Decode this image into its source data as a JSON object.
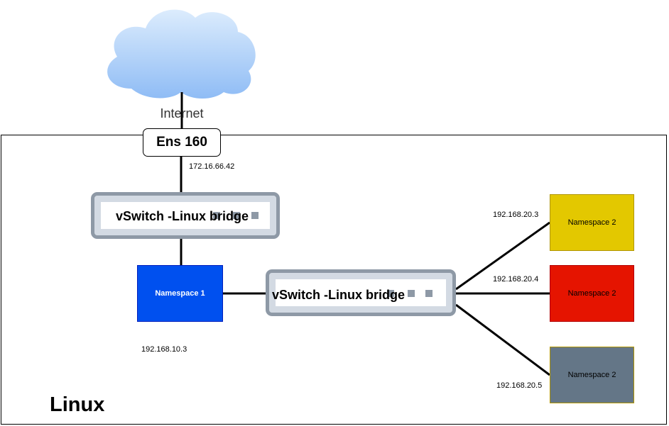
{
  "internet": {
    "label": "Internet"
  },
  "ens": {
    "label": "Ens 160",
    "ip": "172.16.66.42"
  },
  "switch_top": {
    "label": "vSwitch -Linux bridge"
  },
  "switch_mid": {
    "label": "vSwitch -Linux bridge"
  },
  "namespace1": {
    "label": "Namespace 1",
    "ip": "192.168.10.3"
  },
  "namespaces": [
    {
      "label": "Namespace 2",
      "ip": "192.168.20.3",
      "color": "#e3c800"
    },
    {
      "label": "Namespace 2",
      "ip": "192.168.20.4",
      "color": "#e51400"
    },
    {
      "label": "Namespace 2",
      "ip": "192.168.20.5",
      "color": "#647687"
    }
  ],
  "linux": {
    "label": "Linux"
  },
  "colors": {
    "switch_border": "#8e99a6",
    "switch_fill": "#d3dae3",
    "namespace1": "#0050ef",
    "cloud": "#a8cdf8"
  }
}
